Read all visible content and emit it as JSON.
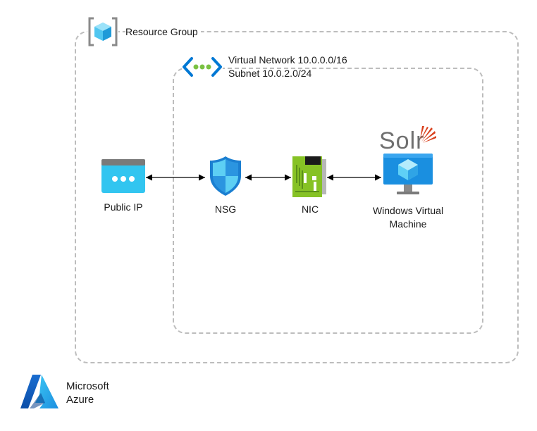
{
  "resource_group": {
    "label": "Resource Group",
    "icon": "resource-group-icon"
  },
  "virtual_network": {
    "line1": "Virtual Network 10.0.0.0/16",
    "line2": "Subnet 10.0.2.0/24",
    "icon": "virtual-network-icon"
  },
  "nodes": {
    "public_ip": {
      "label": "Public IP",
      "icon": "public-ip-icon"
    },
    "nsg": {
      "label": "NSG",
      "icon": "shield-icon"
    },
    "nic": {
      "label": "NIC",
      "icon": "network-card-icon"
    },
    "vm": {
      "label_line1": "Windows Virtual",
      "label_line2": "Machine",
      "icon": "virtual-machine-icon"
    },
    "solr": {
      "text": "Solr",
      "icon": "solr-logo"
    }
  },
  "brand": {
    "line1": "Microsoft",
    "line2": "Azure",
    "icon": "azure-logo"
  },
  "colors": {
    "azure_blue": "#0078d4",
    "light_blue": "#32bef0",
    "nic_green": "#86c225",
    "solr_red": "#d9411e",
    "border": "#bdbdbd"
  }
}
